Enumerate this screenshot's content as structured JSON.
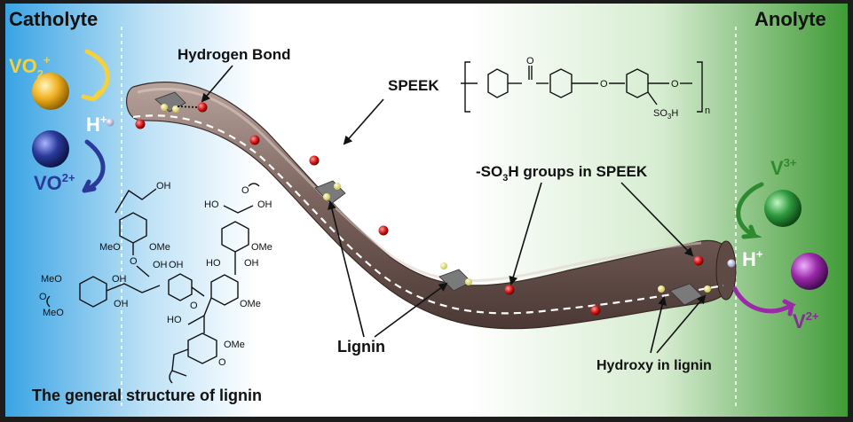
{
  "labels": {
    "catholyte": "Catholyte",
    "anolyte": "Anolyte",
    "hydrogen_bond": "Hydrogen Bond",
    "speek": "SPEEK",
    "so3h_groups_prefix": "-SO",
    "so3h_groups_sub": "3",
    "so3h_groups_suffix": "H groups in SPEEK",
    "lignin": "Lignin",
    "hydroxy_in_lignin": "Hydroxy in lignin",
    "lignin_structure_caption": "The general structure of lignin"
  },
  "ions": {
    "vo2_plus_base": "VO",
    "vo2_plus_sub": "2",
    "vo2_plus_sup": "+",
    "vo_2plus_base": "VO",
    "vo_2plus_sup": "2+",
    "v3_base": "V",
    "v3_sup": "3+",
    "v2_base": "V",
    "v2_sup": "2+",
    "h_left_base": "H",
    "h_left_sup": "+",
    "h_right_base": "H",
    "h_right_sup": "+"
  },
  "speek_formula": {
    "carbonyl_o": "O",
    "ether_o1": "O",
    "ether_o2": "O",
    "so3h_base": "SO",
    "so3h_sub": "3",
    "so3h_suffix": "H",
    "repeat_n": "n"
  },
  "lignin_formula": {
    "oh_top": "OH",
    "o_top_right": "O",
    "ho_upper": "HO",
    "oh_upper_right": "OH",
    "meo_1": "MeO",
    "ome_1": "OMe",
    "ome_2": "OMe",
    "o_link_1": "O",
    "oh_mid_1": "OH",
    "oh_mid_2": "OH",
    "ho_mid": "HO",
    "oh_mid_3": "OH",
    "meo_left_1": "MeO",
    "meo_left_2": "MeO",
    "o_left": "O",
    "oh_left_1": "OH",
    "oh_left_2": "OH",
    "o_link_2": "O",
    "ome_3": "OMe",
    "ho_lower": "HO",
    "ome_4": "OMe",
    "o_ring": "O"
  },
  "colors": {
    "catholyte_bg": "#4fb0e8",
    "anolyte_bg": "#4a9a3a",
    "membrane": "#7a6560",
    "vo2_plus_ball": "#f0b020",
    "vo_2plus_ball": "#2a3a9a",
    "v3_ball": "#2e9a3e",
    "v2_ball": "#9a2aa8",
    "yellow_text": "#f5d23a",
    "blue_text": "#2a3a9a",
    "green_text": "#2e8a2e",
    "purple_text": "#8a2a9a"
  }
}
